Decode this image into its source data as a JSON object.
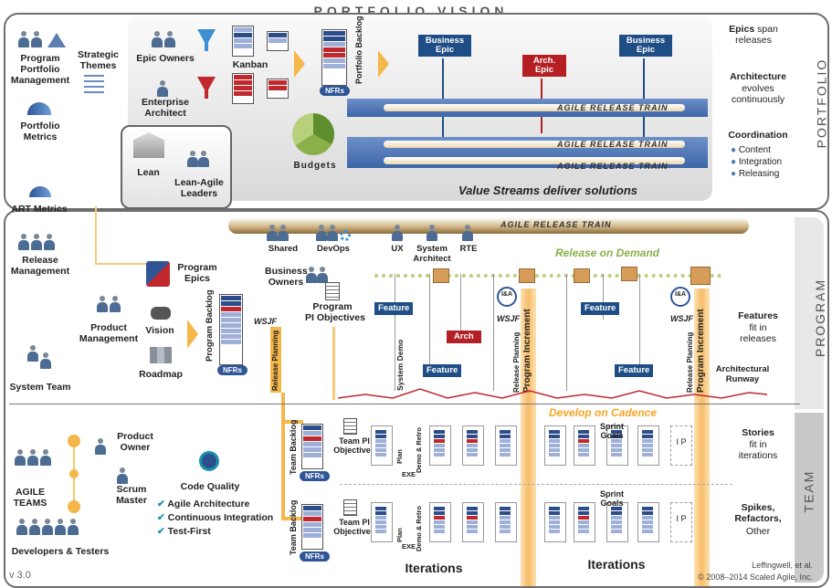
{
  "title": "PORTFOLIO VISION",
  "side_labels": {
    "portfolio": "PORTFOLIO",
    "program": "PROGRAM",
    "team": "TEAM"
  },
  "portfolio": {
    "program_portfolio_management": "Program\nPortfolio\nManagement",
    "strategic_themes": "Strategic\nThemes",
    "portfolio_metrics": "Portfolio\nMetrics",
    "epic_owners": "Epic Owners",
    "enterprise_architect": "Enterprise\nArchitect",
    "kanban": "Kanban",
    "portfolio_backlog": "Portfolio Backlog",
    "nfrs": "NFRs",
    "business_epic": "Business\nEpic",
    "arch_epic": "Arch.\nEpic",
    "business_epic_2": "Business\nEpic",
    "art": "AGILE RELEASE TRAIN",
    "budgets": "Budgets",
    "value_streams": "Value Streams deliver solutions",
    "epics_span_bold": "Epics",
    "epics_span_rest": " span\nreleases",
    "architecture_bold": "Architecture",
    "architecture_rest": "evolves\ncontinuously",
    "coordination": "Coordination",
    "coordination_items": [
      "Content",
      "Integration",
      "Releasing"
    ]
  },
  "lean": {
    "lean": "Lean",
    "leaders": "Lean-Agile\nLeaders"
  },
  "program": {
    "art_metrics": "ART Metrics",
    "release_management": "Release\nManagement",
    "product_management": "Product\nManagement",
    "system_team": "System Team",
    "program_epics": "Program\nEpics",
    "vision": "Vision",
    "roadmap": "Roadmap",
    "program_backlog": "Program Backlog",
    "nfrs": "NFRs",
    "wsjf": "WSJF",
    "release_planning": "Release Planning",
    "business_owners": "Business\nOwners",
    "program_pi_objectives": "Program\nPI Objectives",
    "roles": [
      "Shared",
      "DevOps",
      "UX",
      "System\nArchitect",
      "RTE"
    ],
    "art": "AGILE RELEASE TRAIN",
    "release_on_demand": "Release on Demand",
    "feature": "Feature",
    "arch": "Arch",
    "system_demo": "System Demo",
    "ia": "I&A",
    "program_increment": "Program Increment",
    "architectural_runway": "Architectural\nRunway",
    "features_bold": "Features",
    "features_rest": "fit in\nreleases"
  },
  "team": {
    "product_owner": "Product\nOwner",
    "scrum_master": "Scrum\nMaster",
    "agile_teams": "AGILE\nTEAMS",
    "developers_testers": "Developers & Testers",
    "code_quality": "Code Quality",
    "practices": [
      "Agile Architecture",
      "Continuous Integration",
      "Test-First"
    ],
    "team_backlog": "Team Backlog",
    "nfrs": "NFRs",
    "team_pi_objectives": "Team PI\nObjectives",
    "develop_on_cadence": "Develop on Cadence",
    "plan": "Plan",
    "demo_retro": "Demo & Retro",
    "exe": "EXE",
    "ip": "I P",
    "sprint_goals": "Sprint\nGoals",
    "iterations": "Iterations",
    "stories_bold": "Stories",
    "stories_rest": "fit in\niterations",
    "spikes": "Spikes,\nRefactors,",
    "other": "Other"
  },
  "footer": {
    "version": "v 3.0",
    "credit": "Leffingwell, et al.",
    "copyright": "© 2008–2014 Scaled Agile, Inc."
  },
  "colors": {
    "blue": "#1f4e86",
    "red": "#b41f24",
    "orange": "#f5a623",
    "green": "#8ab04a"
  }
}
